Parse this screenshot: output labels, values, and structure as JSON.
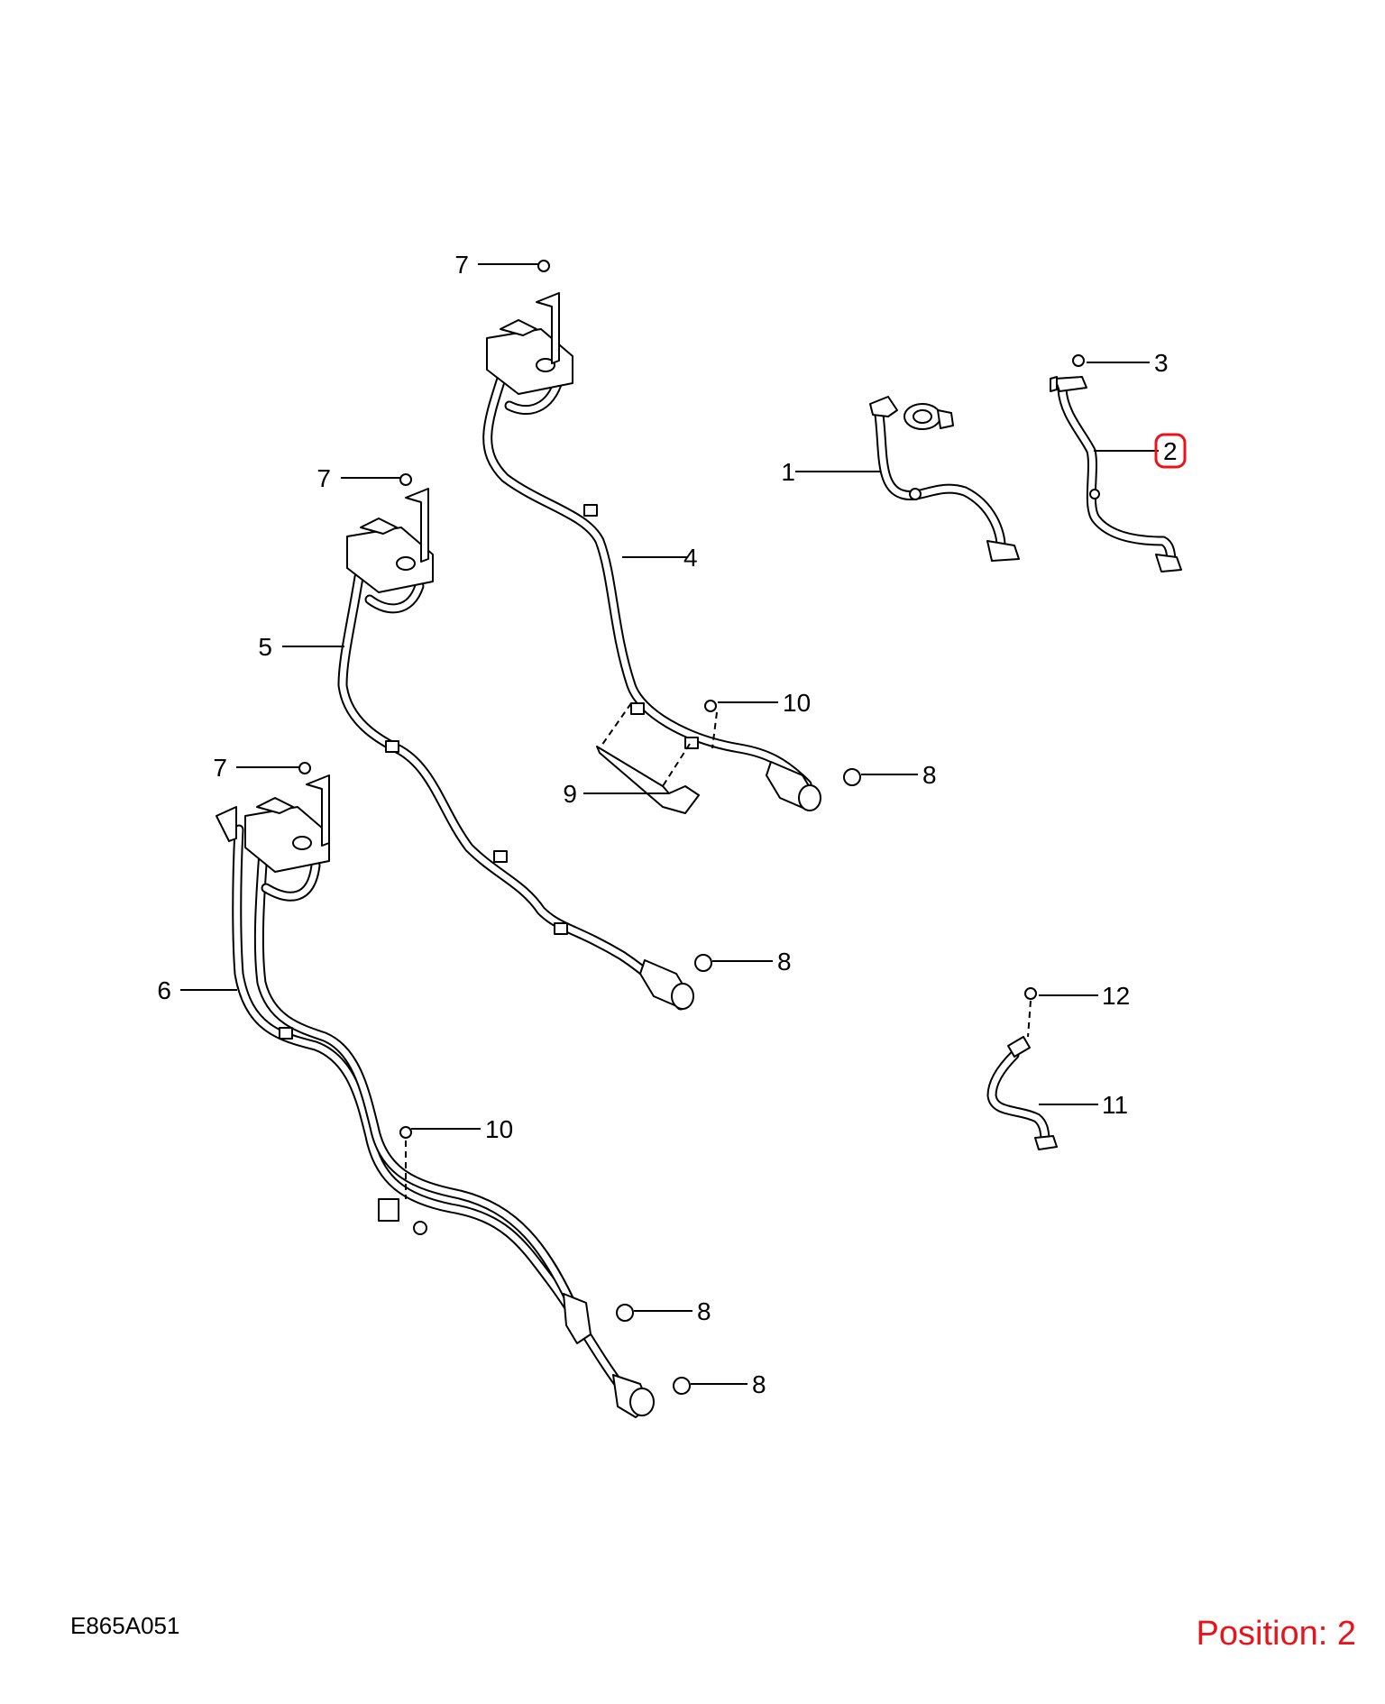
{
  "diagram_code": "E865A051",
  "position_label": "Position: 2",
  "highlight_color": "#e8141b",
  "callouts": {
    "c1": "1",
    "c2": "2",
    "c3": "3",
    "c4": "4",
    "c5": "5",
    "c6": "6",
    "c7a": "7",
    "c7b": "7",
    "c7c": "7",
    "c8a": "8",
    "c8b": "8",
    "c8c": "8",
    "c8d": "8",
    "c9": "9",
    "c10a": "10",
    "c10b": "10",
    "c11": "11",
    "c12": "12"
  }
}
